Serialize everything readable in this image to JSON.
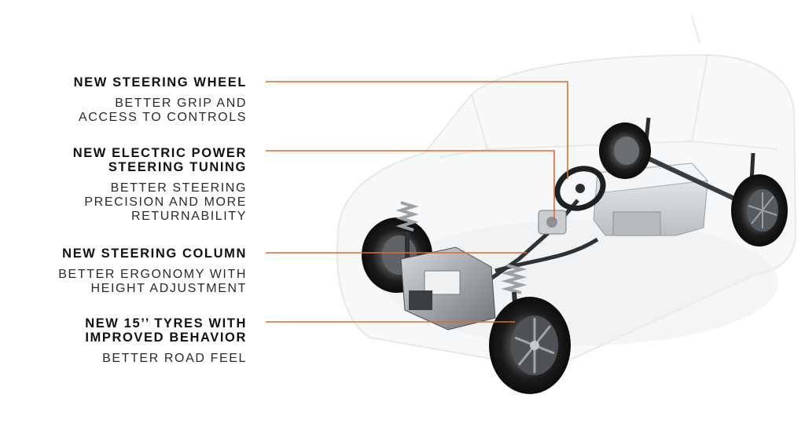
{
  "accent_color": "#e06a2c",
  "features": [
    {
      "title": "NEW STEERING WHEEL",
      "description": "BETTER GRIP AND\nACCESS TO CONTROLS"
    },
    {
      "title": "NEW ELECTRIC POWER\nSTEERING TUNING",
      "description": "BETTER STEERING\nPRECISION AND MORE\nRETURNABILITY"
    },
    {
      "title": "NEW STEERING COLUMN",
      "description": "BETTER ERGONOMY WITH\nHEIGHT ADJUSTMENT"
    },
    {
      "title": "NEW 15’’ TYRES WITH\nIMPROVED BEHAVIOR",
      "description": "BETTER ROAD FEEL"
    }
  ]
}
